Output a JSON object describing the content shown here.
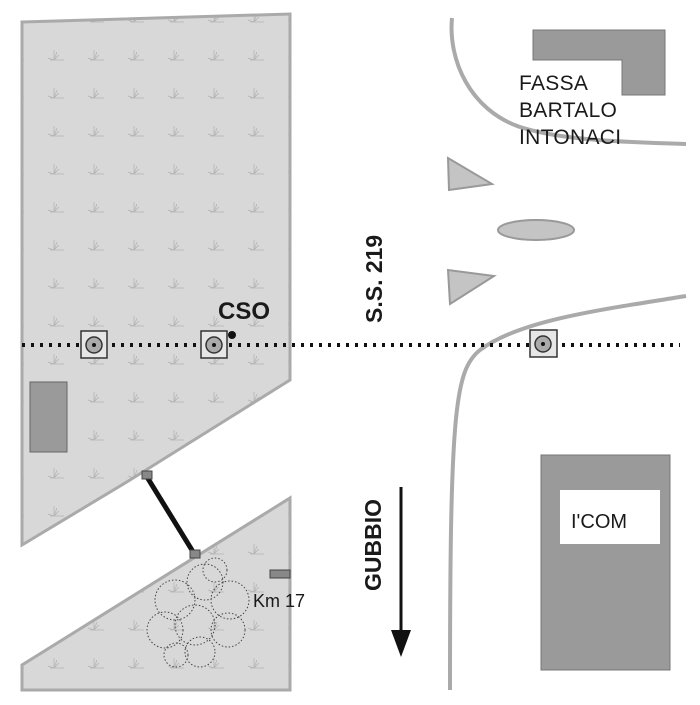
{
  "labels": {
    "company_name": [
      "FASSA",
      "BARTALO",
      "INTONACI"
    ],
    "store_name": "I'COM",
    "road_name": "S.S. 219",
    "direction": "GUBBIO",
    "site_name": "CSO",
    "kilometer_marker": "Km 17"
  },
  "colors": {
    "field_fill": "#d8d8d8",
    "building_fill": "#9a9a9a",
    "road_edge": "#aaaaaa",
    "survey_line": "#111111"
  }
}
